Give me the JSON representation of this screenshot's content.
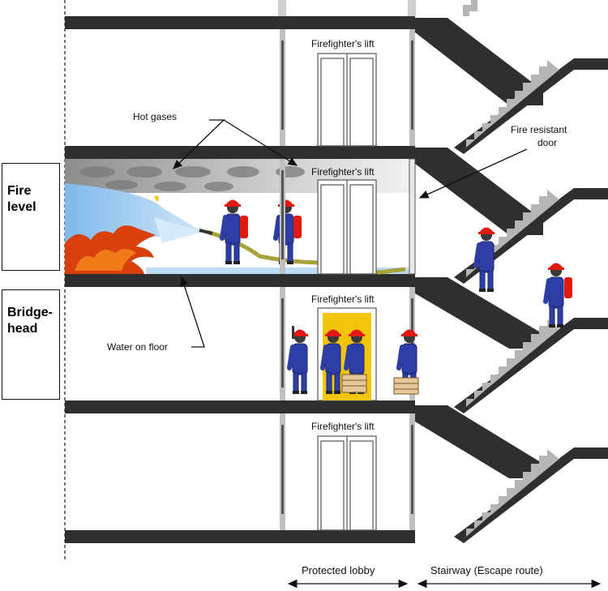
{
  "side_labels": {
    "fire_level": [
      "Fire",
      "level"
    ],
    "bridgehead": [
      "Bridge-",
      "head"
    ]
  },
  "lift_label": "Firefighter's lift",
  "annotations": {
    "hot_gases": "Hot gases",
    "fire_resistant_door": [
      "Fire resistant",
      "door"
    ],
    "water_on_floor": "Water on floor"
  },
  "zones": {
    "protected_lobby": "Protected lobby",
    "stairway": "Stairway (Escape route)"
  },
  "colors": {
    "slab": "#2f2f2f",
    "water": "#8fc4ef",
    "fire": "#d8400e",
    "firefighter_suit": "#2d3fa6",
    "helmet": "#e01a10",
    "stairs": "#b5b5b5",
    "smoke": "#9b9b9b",
    "hose": "#a9a23a",
    "lift_interior": "#f2c40c"
  }
}
